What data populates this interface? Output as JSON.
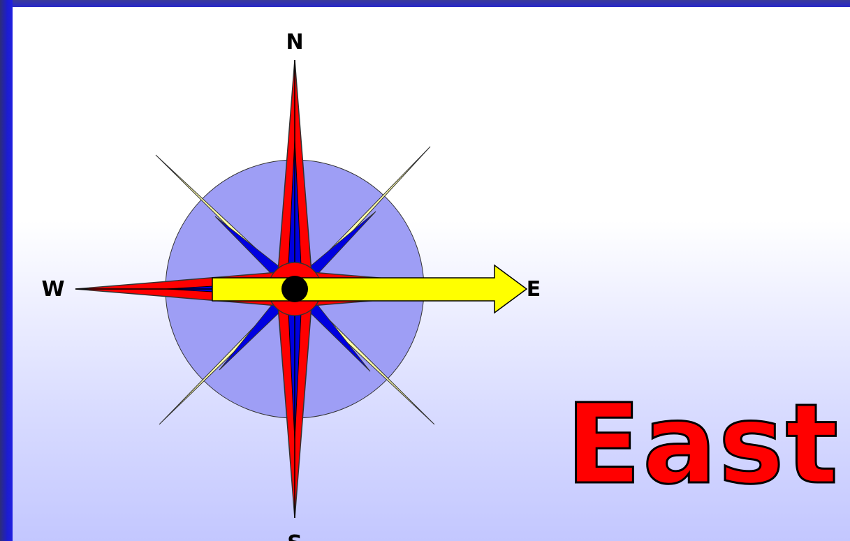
{
  "compass": {
    "north_label": "N",
    "south_label": "S",
    "east_label": "E",
    "west_label": "W"
  },
  "caption": {
    "word": "East"
  },
  "colors": {
    "frame": "#2a2ab0",
    "disc": "#9e9ef5",
    "main_points": "#ff0000",
    "inner_points": "#0000e0",
    "diagonal_points": "#ffffa8",
    "arrow": "#ffff00",
    "caption_text": "#ff0000"
  },
  "icons": {
    "compass_rose": "compass-rose-icon",
    "direction_arrow": "arrow-right-icon"
  }
}
